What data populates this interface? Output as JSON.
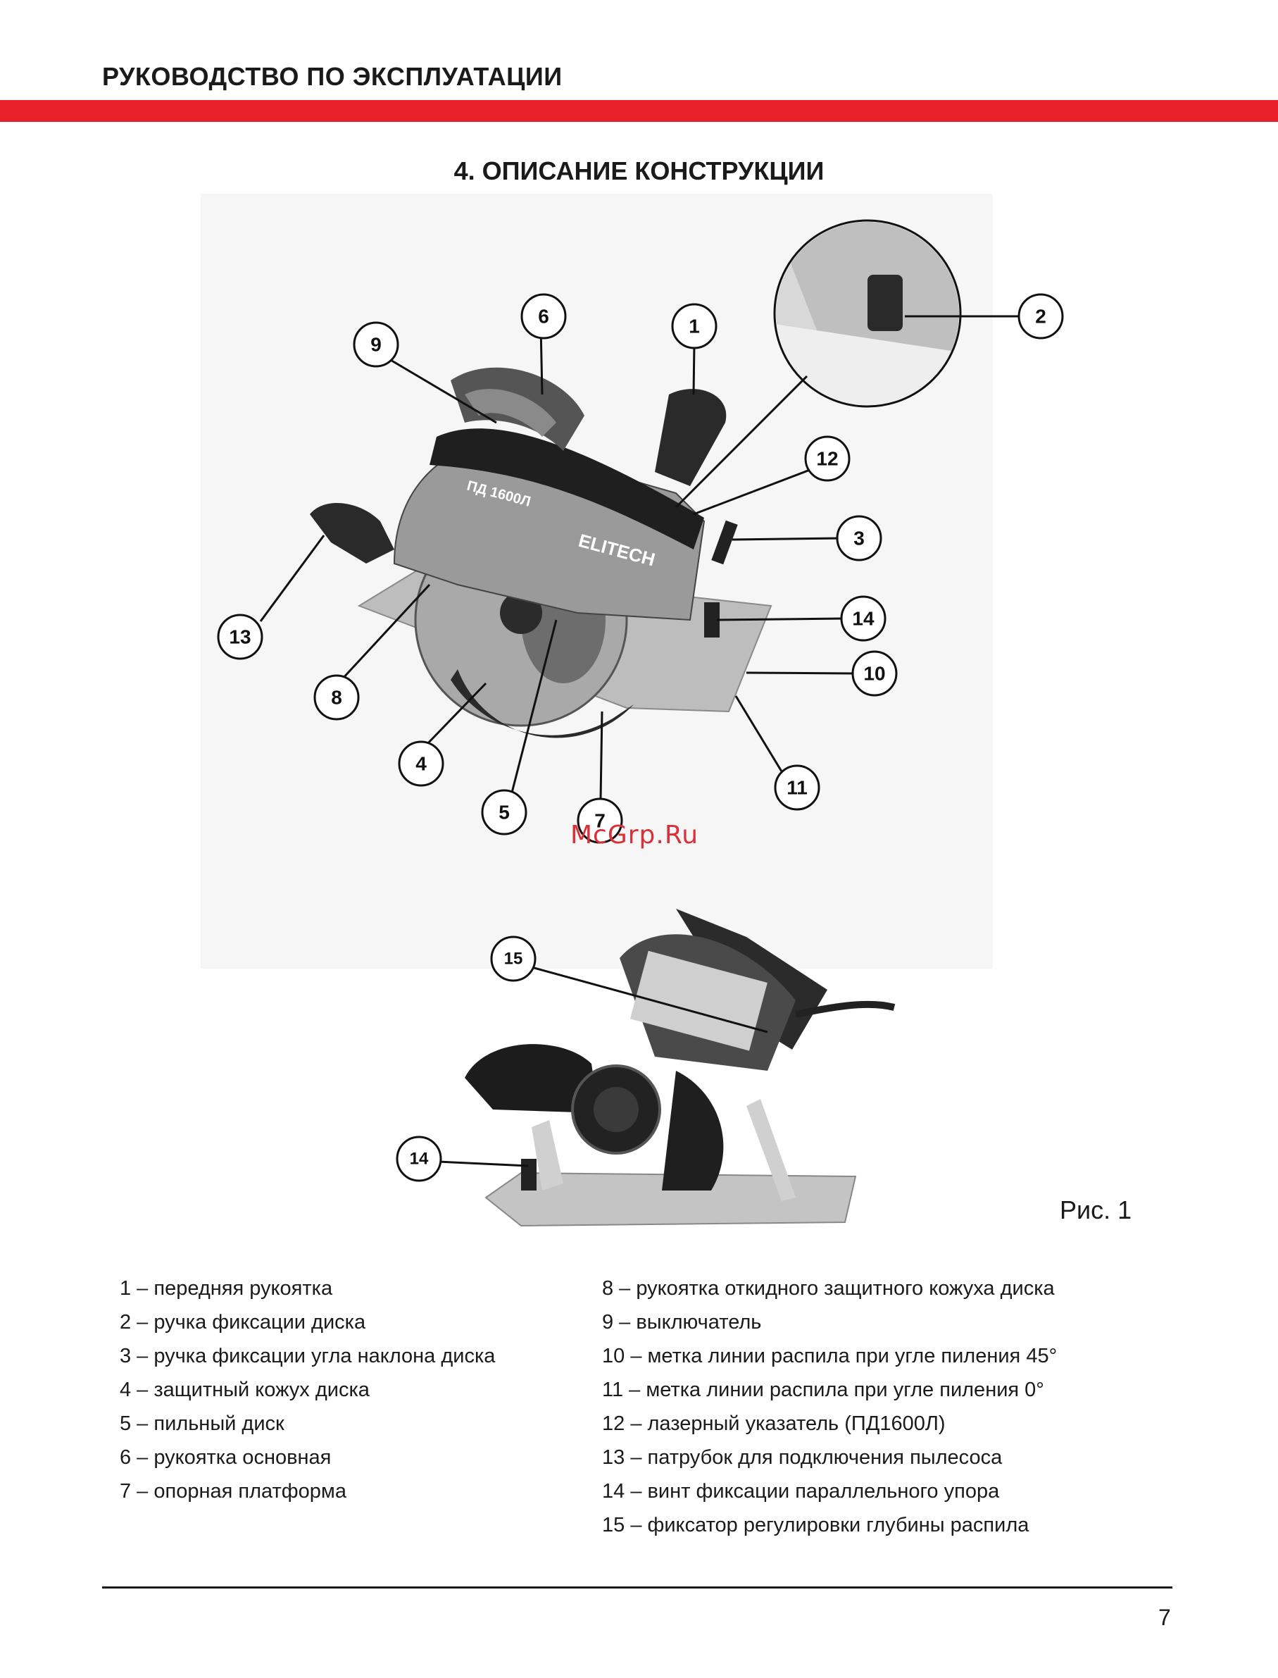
{
  "header": {
    "title": "РУКОВОДСТВО ПО ЭКСПЛУАТАЦИИ"
  },
  "section": {
    "title": "4. ОПИСАНИЕ КОНСТРУКЦИИ"
  },
  "figure": {
    "caption": "Рис. 1",
    "watermark": "McGrp.Ru",
    "saw_model_label": "ПД 1600Л",
    "saw_brand_label": "ELITECH",
    "callouts": [
      "1",
      "2",
      "3",
      "4",
      "5",
      "6",
      "7",
      "8",
      "9",
      "10",
      "11",
      "12",
      "13",
      "14",
      "15",
      "14"
    ]
  },
  "legend": {
    "left": [
      "1 – передняя рукоятка",
      "2 – ручка фиксации диска",
      "3 – ручка фиксации угла наклона диска",
      "4 – защитный кожух диска",
      "5 – пильный диск",
      "6 – рукоятка основная",
      "7 – опорная платформа"
    ],
    "right": [
      "8 – рукоятка откидного защитного кожуха диска",
      "9 – выключатель",
      "10 – метка линии распила при угле пиления 45°",
      "11 – метка линии распила при угле пиления 0°",
      "12 – лазерный указатель (ПД1600Л)",
      "13 – патрубок для подключения пылесоса",
      "14 – винт фиксации параллельного упора",
      "15 – фиксатор регулировки глубины распила"
    ]
  },
  "footer": {
    "page_number": "7"
  }
}
